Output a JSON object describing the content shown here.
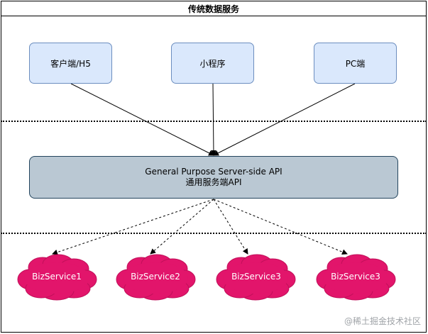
{
  "diagram": {
    "title": "传统数据服务",
    "clients": [
      {
        "label": "客户端/H5"
      },
      {
        "label": "小程序"
      },
      {
        "label": "PC端"
      }
    ],
    "api_gateway": {
      "line1": "General Purpose Server-side API",
      "line2": "通用服务端API"
    },
    "services": [
      {
        "label": "BizService1"
      },
      {
        "label": "BizService2"
      },
      {
        "label": "BizService3"
      },
      {
        "label": "BizService3"
      }
    ],
    "colors": {
      "client_fill": "#dae8fc",
      "client_stroke": "#6c8ebf",
      "api_fill": "#bac8d3",
      "api_stroke": "#23445d",
      "service_fill": "#e2156b",
      "service_stroke": "#c1105a"
    }
  },
  "watermark": {
    "text": "@稀土掘金技术社区"
  }
}
